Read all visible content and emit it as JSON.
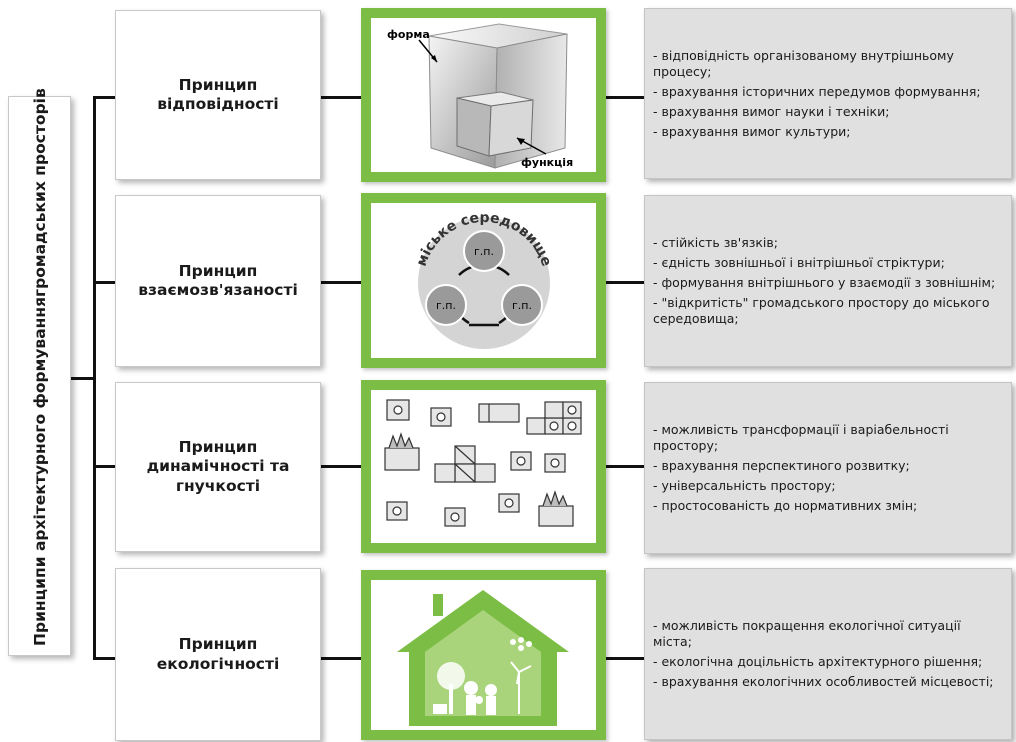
{
  "root_label": "Принципи архітектурного формуваннягромадських просторів",
  "principles": [
    {
      "title": "Принцип\nвідповідності",
      "items": [
        "- відповідність  організованому  внутрішньому процесу;",
        "- врахування  історичних передумов формування;",
        "- врахування  вимог науки і техніки;",
        "- врахування  вимог  культури;"
      ]
    },
    {
      "title": "Принцип\nвзаємозв'язаності",
      "items": [
        "- стійкість  зв'язків;",
        "- єдність зовнішньої  і внітрішньої  стріктури;",
        "- формування  внітрішнього у взаємодії  з зовнішнім;",
        "- \"відкритість\"  громадського  простору до міського  середовища;"
      ]
    },
    {
      "title": "Принцип\nдинамічності та\nгнучкості",
      "items": [
        "- можливість  трансформації   і варіабельності простору;",
        "- врахування  перспектиного  розвитку;",
        "- універсальність  простору;",
        "- простосованість  до нормативних  змін;"
      ]
    },
    {
      "title": "Принцип\nекологічності",
      "items": [
        "- можливість  покращення  екологічної  ситуації міста;",
        "- екологічна  доцільність  архітектурного  рішення;",
        "- врахування  екологічних  особливостей місцевості;"
      ]
    }
  ],
  "image1": {
    "label_form": "форма",
    "label_function": "функція"
  },
  "image2": {
    "ring_label": "міське середовище",
    "node_label": "г.п."
  },
  "colors": {
    "frame_green": "#7cbd45",
    "desc_bg": "#e0e0e0",
    "connector": "#111111"
  }
}
